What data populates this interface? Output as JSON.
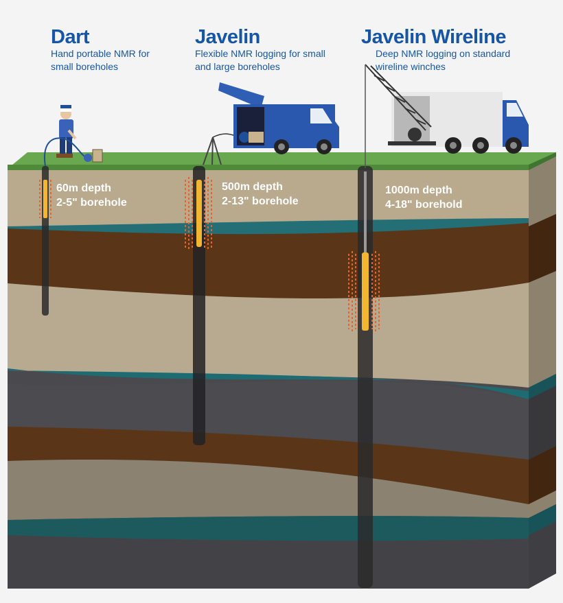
{
  "products": [
    {
      "name": "Dart",
      "description_line1": "Hand portable NMR for",
      "description_line2": "small boreholes",
      "depth": "60m depth",
      "borehole": "2-5\" borehole"
    },
    {
      "name": "Javelin",
      "description_line1": "Flexible NMR logging for small",
      "description_line2": "and large boreholes",
      "depth": "500m depth",
      "borehole": "2-13\" borehole"
    },
    {
      "name": "Javelin Wireline",
      "description_line1": "Deep NMR logging on standard",
      "description_line2": "wireline winches",
      "depth": "1000m depth",
      "borehole": "4-18\" borehold"
    }
  ],
  "colors": {
    "title_blue": "#1656a4",
    "grass": "#6aa84f",
    "sand": "#b9a98d",
    "brown": "#5a3518",
    "teal": "#1f6b72",
    "dark_grey": "#4a4a4e",
    "nmr_tool": "#f2b630",
    "signal": "#e8632a"
  }
}
